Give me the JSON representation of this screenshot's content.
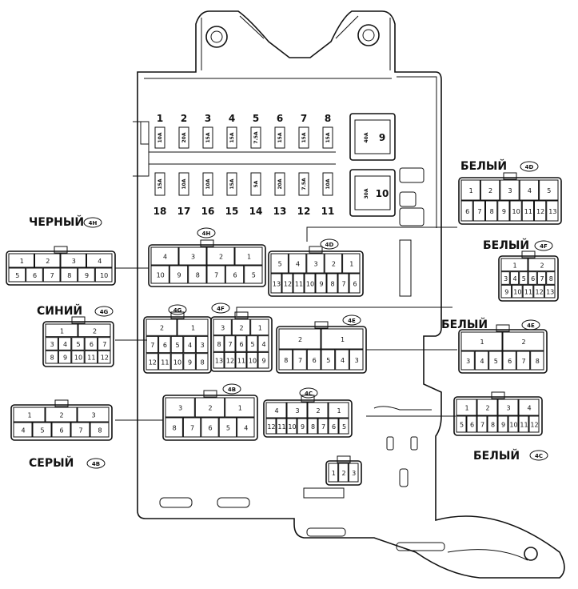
{
  "fuses": {
    "top_row": [
      {
        "num": "1",
        "amp": "10A"
      },
      {
        "num": "2",
        "amp": "20A"
      },
      {
        "num": "3",
        "amp": "15A"
      },
      {
        "num": "4",
        "amp": "15A"
      },
      {
        "num": "5",
        "amp": "7.5A"
      },
      {
        "num": "6",
        "amp": "15A"
      },
      {
        "num": "7",
        "amp": "15A"
      },
      {
        "num": "8",
        "amp": "15A"
      }
    ],
    "bottom_row": [
      {
        "num": "18",
        "amp": "15A"
      },
      {
        "num": "17",
        "amp": "10A"
      },
      {
        "num": "16",
        "amp": "10A"
      },
      {
        "num": "15",
        "amp": "15A"
      },
      {
        "num": "14",
        "amp": "5A"
      },
      {
        "num": "13",
        "amp": "20A"
      },
      {
        "num": "12",
        "amp": "7.5A"
      },
      {
        "num": "11",
        "amp": "10A"
      }
    ],
    "large": [
      {
        "num": "9",
        "amp": "40A"
      },
      {
        "num": "10",
        "amp": "30A"
      }
    ]
  },
  "labels": {
    "black": "ЧЕРНЫЙ",
    "blue": "СИНИЙ",
    "gray": "СЕРЫЙ",
    "white_d": "БЕЛЫЙ",
    "white_f": "БЕЛЫЙ",
    "white_e": "БЕЛЫЙ",
    "white_c": "БЕЛЫЙ"
  },
  "tags": {
    "black": "4H",
    "blue": "4G",
    "gray": "4B",
    "white_d": "4D",
    "white_f": "4F",
    "white_e": "4E",
    "white_c": "4C",
    "center_h": "4H",
    "center_d": "4D",
    "center_g": "4G",
    "center_f": "4F",
    "center_e": "4E",
    "center_b": "4B",
    "center_c": "4C"
  },
  "connectors": {
    "black_ext": {
      "top": [
        "1",
        "2",
        "3",
        "4"
      ],
      "bottom": [
        "5",
        "6",
        "7",
        "8",
        "9",
        "10"
      ]
    },
    "blue_ext": {
      "top": [
        "1",
        "2"
      ],
      "mid": [
        "3",
        "4",
        "5",
        "6",
        "7"
      ],
      "bottom": [
        "8",
        "9",
        "10",
        "11",
        "12"
      ]
    },
    "gray_ext": {
      "top": [
        "1",
        "2",
        "3"
      ],
      "bottom": [
        "4",
        "5",
        "6",
        "7",
        "8"
      ]
    },
    "white_d_ext": {
      "top": [
        "1",
        "2",
        "3",
        "4",
        "5"
      ],
      "bottom": [
        "6",
        "7",
        "8",
        "9",
        "10",
        "11",
        "12",
        "13"
      ]
    },
    "white_f_ext": {
      "top": [
        "1",
        "2"
      ],
      "mid": [
        "3",
        "4",
        "5",
        "6",
        "7",
        "8"
      ],
      "bottom": [
        "9",
        "10",
        "11",
        "12",
        "13"
      ]
    },
    "white_e_ext": {
      "top": [
        "1",
        "2"
      ],
      "bottom": [
        "3",
        "4",
        "5",
        "6",
        "7",
        "8"
      ]
    },
    "white_c_ext": {
      "top": [
        "1",
        "2",
        "3",
        "4"
      ],
      "bottom": [
        "5",
        "6",
        "7",
        "8",
        "9",
        "10",
        "11",
        "12"
      ]
    },
    "center_h": {
      "top": [
        "4",
        "3",
        "2",
        "1"
      ],
      "bottom": [
        "10",
        "9",
        "8",
        "7",
        "6",
        "5"
      ]
    },
    "center_d": {
      "top": [
        "5",
        "4",
        "3",
        "2",
        "1"
      ],
      "bottom": [
        "13",
        "12",
        "11",
        "10",
        "9",
        "8",
        "7",
        "6"
      ]
    },
    "center_g": {
      "top": [
        "2",
        "1"
      ],
      "mid": [
        "7",
        "6",
        "5",
        "4",
        "3"
      ],
      "bottom": [
        "12",
        "11",
        "10",
        "9",
        "8"
      ]
    },
    "center_f": {
      "top": [
        "3",
        "2",
        "1"
      ],
      "mid": [
        "8",
        "7",
        "6",
        "5",
        "4"
      ],
      "bottom": [
        "13",
        "12",
        "11",
        "10",
        "9"
      ]
    },
    "center_e": {
      "top": [
        "2",
        "1"
      ],
      "bottom": [
        "8",
        "7",
        "6",
        "5",
        "4",
        "3"
      ]
    },
    "center_b": {
      "top": [
        "3",
        "2",
        "1"
      ],
      "bottom": [
        "8",
        "7",
        "6",
        "5",
        "4"
      ]
    },
    "center_c": {
      "top": [
        "4",
        "3",
        "2",
        "1"
      ],
      "bottom": [
        "12",
        "11",
        "10",
        "9",
        "8",
        "7",
        "6",
        "5"
      ]
    },
    "small": {
      "pins": [
        "1",
        "2",
        "3"
      ]
    }
  }
}
